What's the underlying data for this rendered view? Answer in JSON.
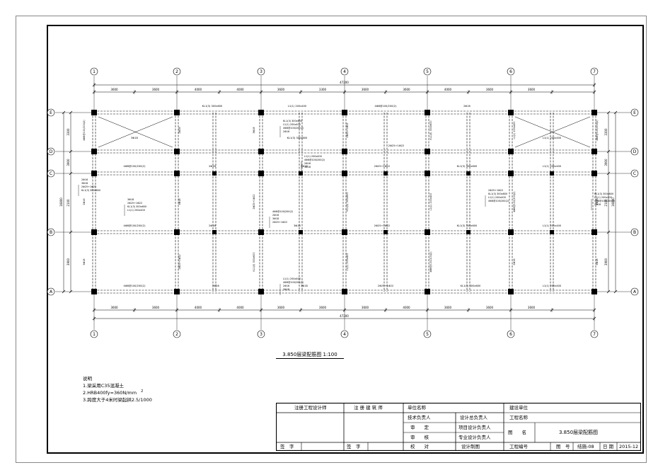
{
  "drawing": {
    "title": "3.850层梁配筋图 1:100",
    "grid_cols": [
      "1",
      "2",
      "3",
      "4",
      "5",
      "6",
      "7"
    ],
    "grid_rows": [
      "A",
      "B",
      "C",
      "D",
      "E"
    ],
    "top_dims": [
      "3600",
      "3600",
      "4000",
      "4000",
      "3600",
      "3300",
      "3600",
      "3600",
      "4000",
      "3600",
      "3600"
    ],
    "bottom_dims": [
      "3600",
      "3600",
      "4000",
      "4000",
      "3600",
      "3600",
      "3600",
      "4000",
      "3600"
    ],
    "total_dim": "47200",
    "left_dims": [
      "3300",
      "3900",
      "2100",
      "3900",
      "3300"
    ],
    "total_left": "16800",
    "sample_labels": [
      "KL1(3) 300x600",
      "L1(1) 200x400",
      "4Φ8@100/200(2)",
      "2Φ16",
      "3Φ18",
      "2Φ25+1Φ22"
    ]
  },
  "notes": {
    "heading": "说明",
    "items": [
      "1.梁采用C35混凝土",
      "2.HRB400fy=360N/mm",
      "3.跨度大于4米时梁起拱2.5/1000"
    ],
    "sup": "2"
  },
  "title_block": {
    "design_institute": "注册工程设计师",
    "registered_architect": "注 册 建 筑 师",
    "unit_name_label": "单位名称",
    "tech_lead": "技术负责人",
    "reviewer": "审　　定",
    "auditor": "审　　核",
    "checker": "校　　对",
    "design_lead": "设计总负责人",
    "project_lead": "项目设计负责人",
    "specialty_lead": "专业设计负责人",
    "designer": "设计制图",
    "build_unit": "建设单位",
    "project_name": "工程名称",
    "drawing_name_label": "图　　名",
    "drawing_name": "3.850层梁配筋图",
    "project_no": "工程编号",
    "drawing_no_label": "图　号",
    "drawing_no": "结施-08",
    "date_label": "日 期",
    "date": "2015-12",
    "sign1": "签　字",
    "sign2": "签　字"
  }
}
